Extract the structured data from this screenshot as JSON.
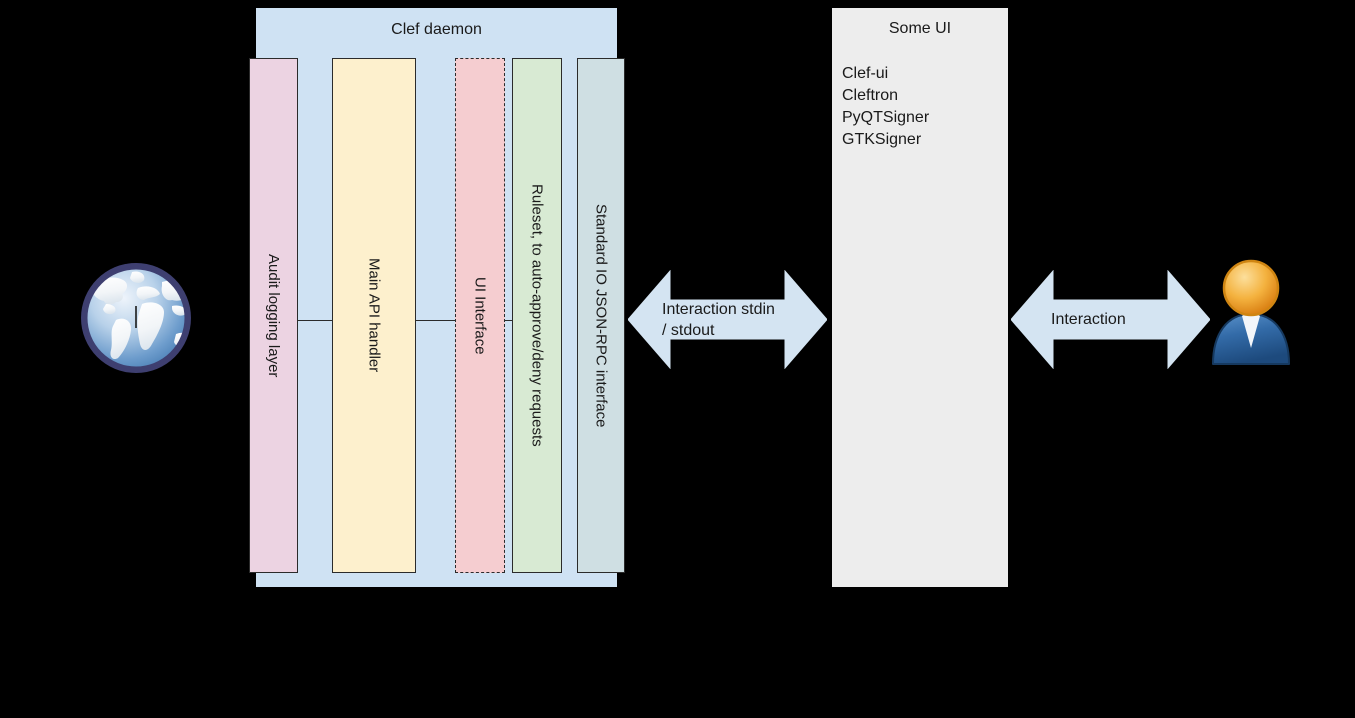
{
  "diagram": {
    "clef_daemon": {
      "title": "Clef daemon",
      "columns": [
        {
          "id": "audit",
          "label": "Audit logging layer",
          "color": "#ecd3e2"
        },
        {
          "id": "mainapi",
          "label": "Main API handler",
          "color": "#fdf0cd"
        },
        {
          "id": "uiiface",
          "label": "UI Interface",
          "color": "#f5cdd0"
        },
        {
          "id": "ruleset",
          "label": "Ruleset, to auto-approve/deny requests",
          "color": "#d8ead3"
        },
        {
          "id": "stdio",
          "label": "Standard IO JSON-RPC interface",
          "color": "#cfdfe3"
        }
      ],
      "background": "#cfe2f3"
    },
    "some_ui": {
      "title": "Some UI",
      "background": "#ededed",
      "items": [
        {
          "label": "Clef-ui"
        },
        {
          "label": "Cleftron"
        },
        {
          "label": "PyQTSigner"
        },
        {
          "label": "GTKSigner"
        }
      ]
    },
    "arrows": [
      {
        "id": "stdio-arrow",
        "line1": "Interaction stdin",
        "line2": "/ stdout",
        "color": "#d4e4f2"
      },
      {
        "id": "interaction-arrow",
        "line1": "Interaction",
        "line2": "",
        "color": "#d4e4f2"
      }
    ],
    "icons": {
      "globe": "globe-icon",
      "user": "user-icon"
    }
  }
}
